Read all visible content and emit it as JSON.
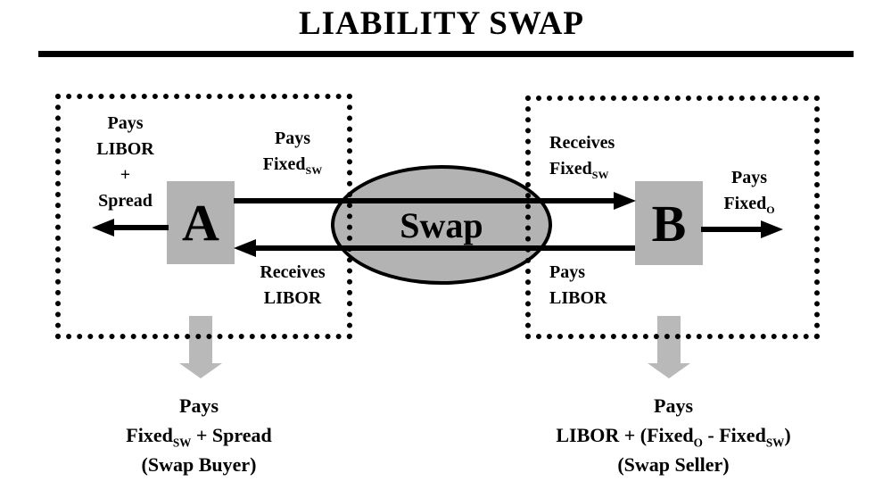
{
  "title": "LIABILITY SWAP",
  "colors": {
    "node_gray": "#b3b3b3",
    "down_arrow_gray": "#b9b9b9",
    "line_black": "#000000",
    "background": "#ffffff"
  },
  "swap": {
    "label": "Swap"
  },
  "party_a": {
    "name": "A",
    "pays_libor_spread": {
      "line1": "Pays",
      "line2": "LIBOR",
      "line3": "+",
      "line4": "Spread"
    },
    "pays_fixed": {
      "line1": "Pays",
      "word": "Fixed",
      "sub": "SW"
    },
    "receives_libor": {
      "line1": "Receives",
      "line2": "LIBOR"
    },
    "result": {
      "line1": "Pays",
      "formula_word": "Fixed",
      "formula_sub": "SW",
      "formula_rest": " + Spread",
      "line3": "(Swap Buyer)"
    }
  },
  "party_b": {
    "name": "B",
    "receives_fixed": {
      "line1": "Receives",
      "word": "Fixed",
      "sub": "SW"
    },
    "pays_fixed_o": {
      "line1": "Pays",
      "word": "Fixed",
      "sub": "O"
    },
    "pays_libor": {
      "line1": "Pays",
      "line2": "LIBOR"
    },
    "result": {
      "line1": "Pays",
      "formula_p1": "LIBOR + (Fixed",
      "formula_sub1": "O",
      "formula_p2": " - Fixed",
      "formula_sub2": "SW",
      "formula_p3": ")",
      "line3": "(Swap Seller)"
    }
  }
}
